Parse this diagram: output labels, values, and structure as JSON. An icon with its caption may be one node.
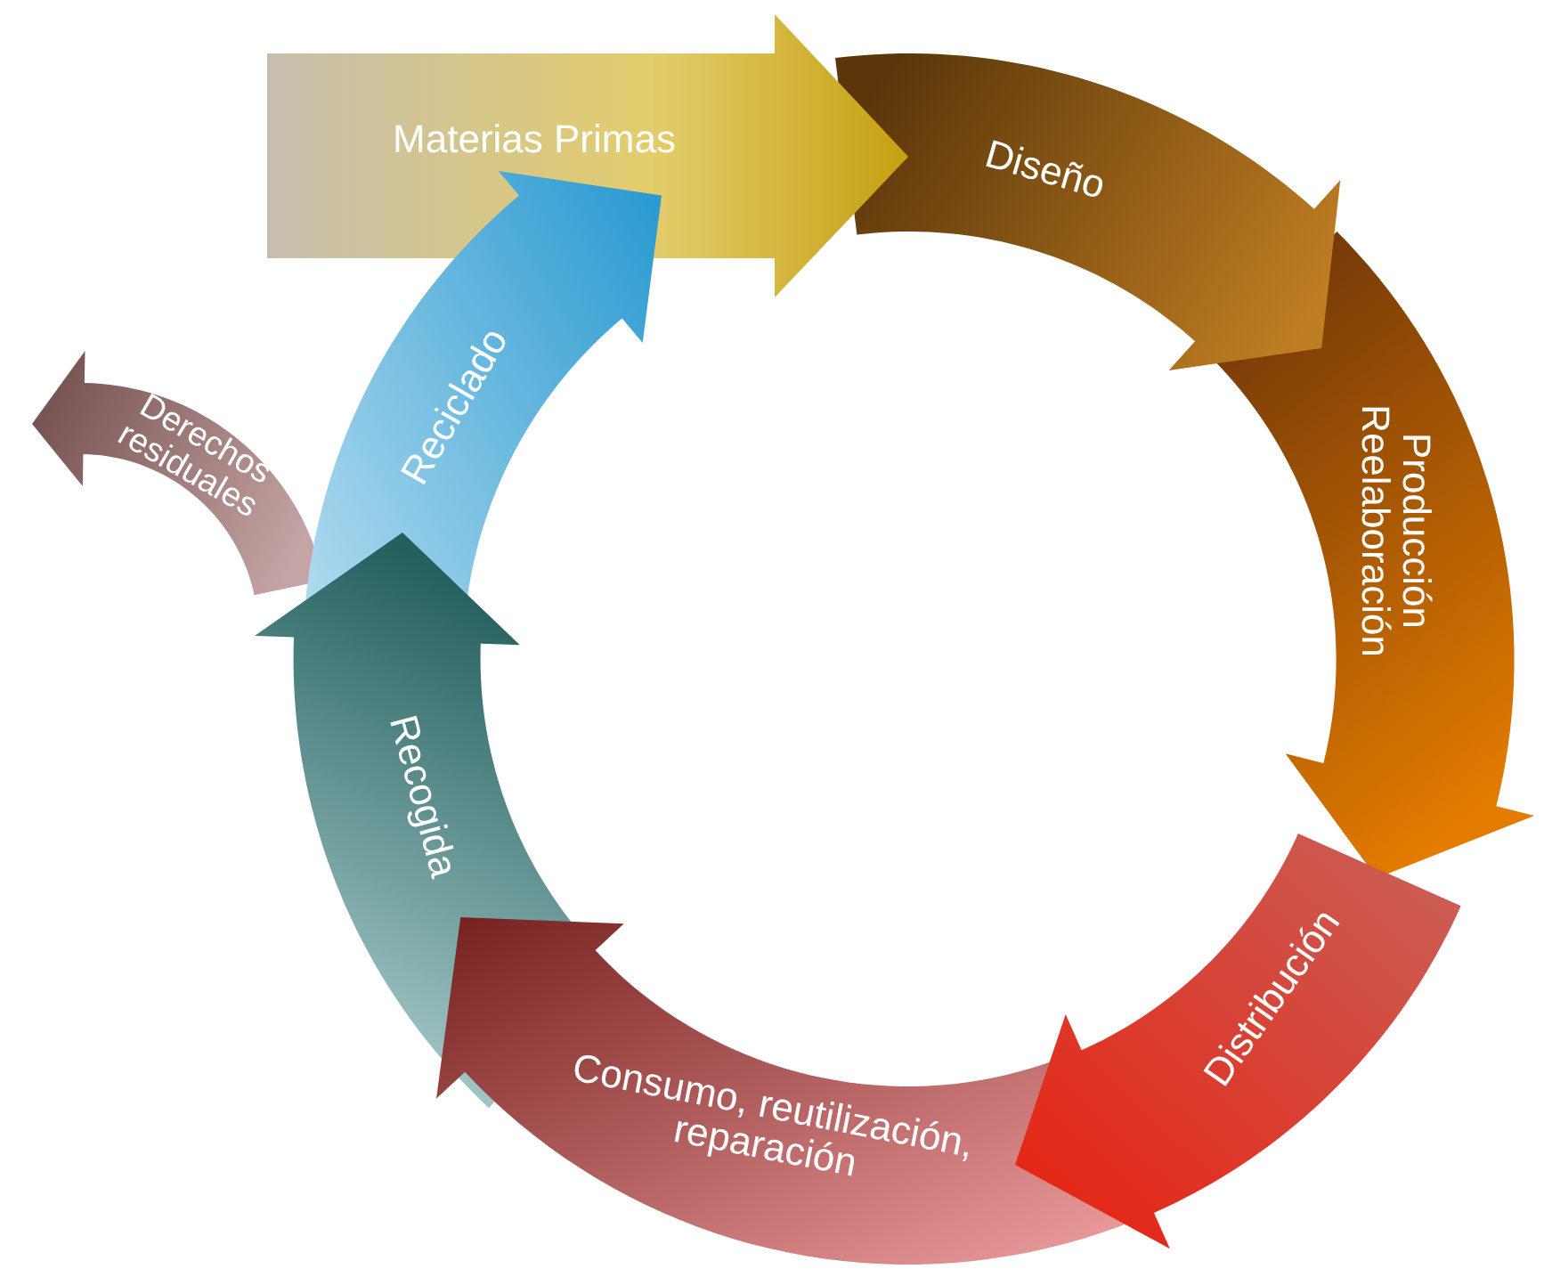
{
  "diagram": {
    "nodes": [
      {
        "text": [
          "Materias Primas"
        ]
      },
      {
        "text": [
          "Diseño"
        ]
      },
      {
        "text": [
          "Producción Reelaboración"
        ]
      },
      {
        "text": [
          "Distribución"
        ]
      },
      {
        "text": [
          "Consumo, reutilización, reparación"
        ]
      },
      {
        "text": [
          "Recogida"
        ]
      },
      {
        "text": [
          "Reciclado"
        ]
      },
      {
        "text": [
          "Derechos residuales"
        ]
      }
    ]
  }
}
